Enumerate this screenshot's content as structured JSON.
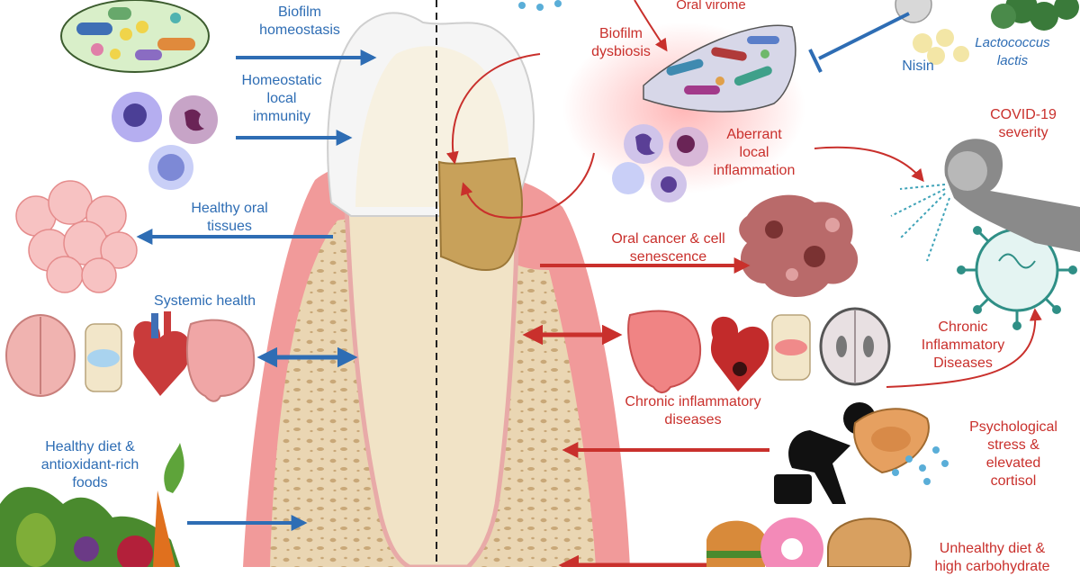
{
  "colors": {
    "healthy": "#2e6db4",
    "disease": "#c9302c",
    "gum": "#ef8a8a",
    "bone": "#e6cfa9",
    "enamel": "#f4f4f4",
    "plaque": "#c8a15a"
  },
  "labels": {
    "oral_virome": "Oral virome",
    "biofilm_homeostasis": "Biofilm\nhomeostasis",
    "homeostatic_immunity": "Homeostatic\nlocal\nimmunity",
    "healthy_oral_tissues": "Healthy oral\ntissues",
    "systemic_health": "Systemic health",
    "healthy_diet": "Healthy diet &\nantioxidant-rich\nfoods",
    "biofilm_dysbiosis": "Biofilm\ndysbiosis",
    "nisin": "Nisin",
    "lactococcus": "Lactococcus\nlactis",
    "covid": "COVID-19\nseverity",
    "aberrant_inflammation": "Aberrant\nlocal\ninflammation",
    "oral_cancer": "Oral cancer & cell\nsenescence",
    "chronic_inflammatory_right": "Chronic\nInflammatory\nDiseases",
    "chronic_inflammatory_center": "Chronic inflammatory\ndiseases",
    "psych_stress": "Psychological\nstress &\nelevated\ncortisol",
    "unhealthy_diet": "Unhealthy diet &\nhigh carbohydrate"
  },
  "icons": {
    "bacteria": "bacteria-cluster-icon",
    "immune_cells": "immune-cells-icon",
    "epithelial_cells": "epithelial-cells-icon",
    "organs": "organs-icon",
    "vegetables": "vegetables-icon",
    "virus": "virus-icon",
    "coughing_person": "coughing-person-icon",
    "tumor": "tumor-icon",
    "stressed_person": "stressed-person-icon",
    "junk_food": "junk-food-icon"
  }
}
